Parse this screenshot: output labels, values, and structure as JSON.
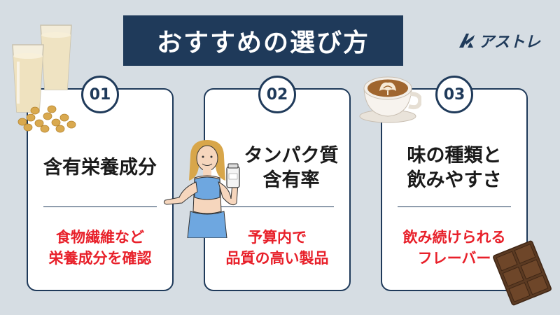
{
  "title": "おすすめの選び方",
  "logo": {
    "text": "アストレ",
    "icon": "astre-logo-icon"
  },
  "cards": [
    {
      "number": "01",
      "heading": [
        "含有栄養成分"
      ],
      "sub": [
        "食物繊維など",
        "栄養成分を確認"
      ]
    },
    {
      "number": "02",
      "heading": [
        "タンパク質",
        "含有率"
      ],
      "sub": [
        "予算内で",
        "品質の高い製品"
      ]
    },
    {
      "number": "03",
      "heading": [
        "味の種類と",
        "飲みやすさ"
      ],
      "sub": [
        "飲み続けられる",
        "フレーバー"
      ]
    }
  ],
  "colors": {
    "navy": "#1f3a5a",
    "accent_red": "#e8202a",
    "background": "#d6dde3"
  },
  "illustrations": [
    "soy-milk-glasses-illustration",
    "soybeans-illustration",
    "woman-holding-protein-illustration",
    "latte-cup-illustration",
    "chocolate-bar-illustration"
  ]
}
